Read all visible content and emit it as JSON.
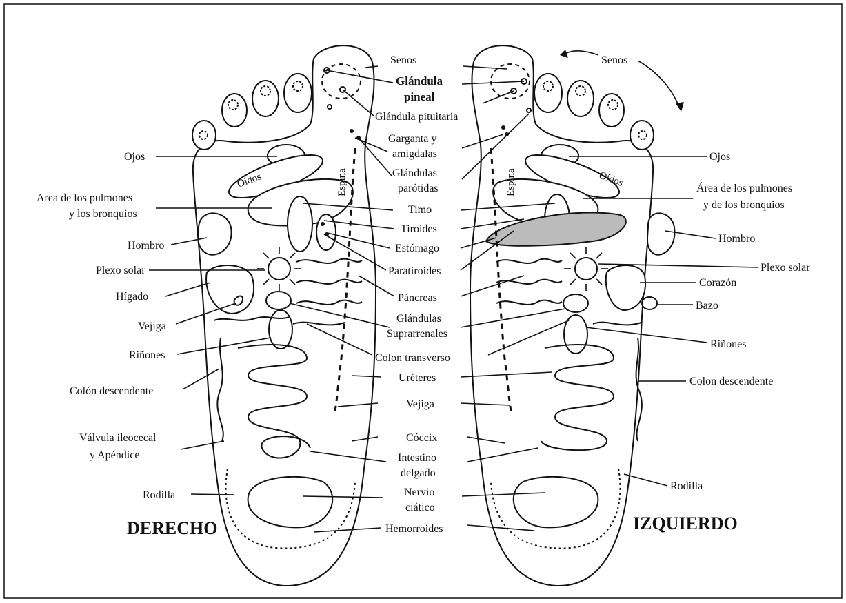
{
  "labels": {
    "senos": "Senos",
    "glandula_pineal_1": "Glándula",
    "glandula_pineal_2": "pineal",
    "glandula_pituitaria": "Glándula pituitaria",
    "garganta_1": "Garganta y",
    "garganta_2": "amígdalas",
    "parotidas_1": "Glándulas",
    "parotidas_2": "parótidas",
    "timo": "Timo",
    "tiroides": "Tiroides",
    "estomago": "Estómago",
    "paratiroides": "Paratiroides",
    "pancreas": "Páncreas",
    "suprarrenales_1": "Glándulas",
    "suprarrenales_2": "Suprarrenales",
    "colon_transverso": "Colon transverso",
    "ureteres": "Uréteres",
    "vejiga_center": "Vejiga",
    "coccix": "Cóccix",
    "intestino_1": "Intestino",
    "intestino_2": "delgado",
    "nervio_1": "Nervio",
    "nervio_2": "ciático",
    "hemorroides": "Hemorroides",
    "left_ojos": "Ojos",
    "left_pulmones_1": "Area de los pulmones",
    "left_pulmones_2": "y los bronquios",
    "left_hombro": "Hombro",
    "left_plexo": "Plexo solar",
    "left_higado": "Hígado",
    "left_vejiga": "Vejiga",
    "left_rinones": "Riñones",
    "left_colon": "Colón descendente",
    "left_valvula_1": "Válvula ileocecal",
    "left_valvula_2": "y Apéndice",
    "left_rodilla": "Rodilla",
    "right_senos": "Senos",
    "right_ojos": "Ojos",
    "right_pulmones_1": "Área de los pulmones",
    "right_pulmones_2": "y de los bronquios",
    "right_hombro": "Hombro",
    "right_plexo": "Plexo solar",
    "right_corazon": "Corazón",
    "right_bazo": "Bazo",
    "right_rinones": "Riñones",
    "right_colon": "Colon descendente",
    "right_rodilla": "Rodilla",
    "oidos": "Oídos",
    "espina": "Espina",
    "derecho": "DERECHO",
    "izquierdo": "IZQUIERDO"
  }
}
